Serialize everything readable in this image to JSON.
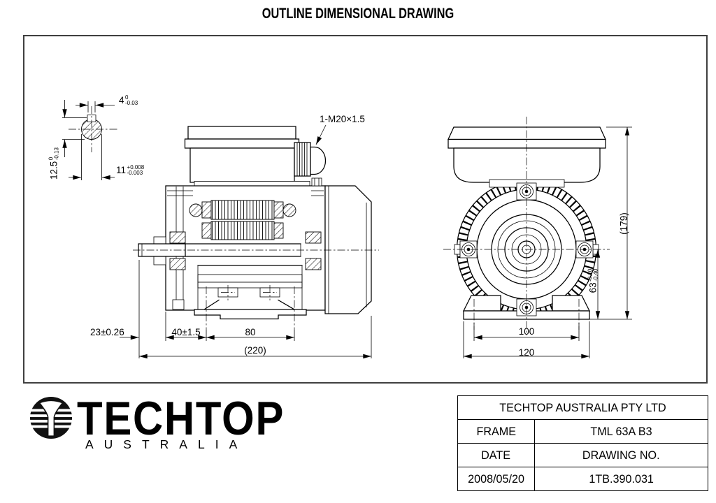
{
  "title": "OUTLINE DIMENSIONAL DRAWING",
  "shaft_detail": {
    "keyway_width": {
      "value": "4",
      "tol_top": "0",
      "tol_bottom": "-0.03"
    },
    "shaft_diameter": {
      "value": "11",
      "tol_top": "+0.008",
      "tol_bottom": "-0.003"
    },
    "key_height": {
      "value": "12.5",
      "tol_top": "0",
      "tol_bottom": "-0.13"
    }
  },
  "side_view": {
    "cable_gland": "1-M20×1.5",
    "shaft_extension": "23±0.26",
    "shoulder_to_foot_hole": "40±1.5",
    "foot_hole_spacing": "80",
    "overall_length": "(220)"
  },
  "front_view": {
    "overall_height": "(179)",
    "shaft_height": {
      "value": "63",
      "tol_top": "-0.10",
      "tol_bottom": "-0.40"
    },
    "foot_hole_width": "100",
    "foot_overall_width": "120"
  },
  "logo": {
    "brand": "TECHTOP",
    "region": "AUSTRALIA"
  },
  "title_block": {
    "company": "TECHTOP AUSTRALIA PTY LTD",
    "frame_label": "FRAME",
    "frame_value": "TML 63A B3",
    "date_label": "DATE",
    "drawing_no_label": "DRAWING NO.",
    "date_value": "2008/05/20",
    "drawing_no_value": "1TB.390.031"
  }
}
